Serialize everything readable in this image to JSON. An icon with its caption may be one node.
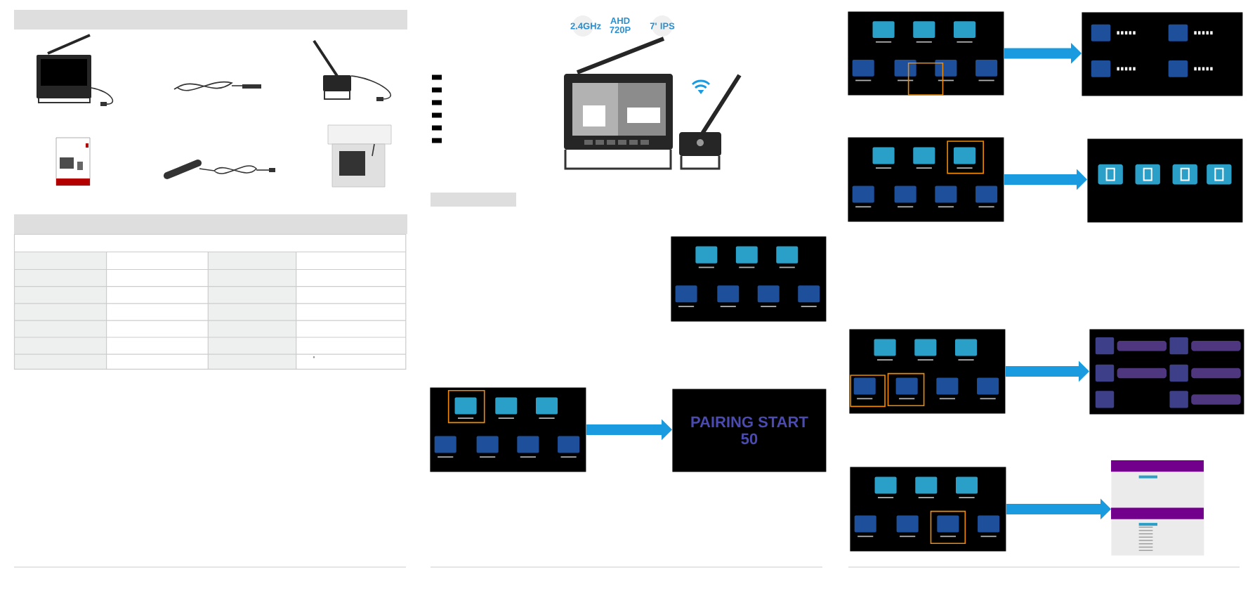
{
  "diagram": {
    "nodes": [
      {
        "text": [],
        "shape": "picture"
      },
      {
        "text": [],
        "shape": "picture"
      },
      {
        "text": [
          "PAIRING START",
          "50"
        ]
      },
      {
        "text": [],
        "shape": "picture"
      },
      {
        "text": [],
        "shape": "picture"
      },
      {
        "text": [],
        "shape": "picture"
      },
      {
        "text": [],
        "shape": "picture"
      },
      {
        "text": [],
        "shape": "picture"
      },
      {
        "text": [],
        "shape": "picture"
      },
      {
        "text": [],
        "shape": "picture"
      },
      {
        "text": [],
        "shape": "picture"
      }
    ],
    "edges": [
      {
        "from": 1,
        "to": 2,
        "arrow": "to"
      },
      {
        "from": 3,
        "to": 4,
        "arrow": "to"
      },
      {
        "from": 5,
        "to": 6,
        "arrow": "to"
      },
      {
        "from": 7,
        "to": 8,
        "arrow": "to"
      },
      {
        "from": 9,
        "to": 10,
        "arrow": "to"
      }
    ],
    "labels": [
      "°",
      "2.4GHz",
      "AHD 720P",
      "7' IPS"
    ]
  }
}
